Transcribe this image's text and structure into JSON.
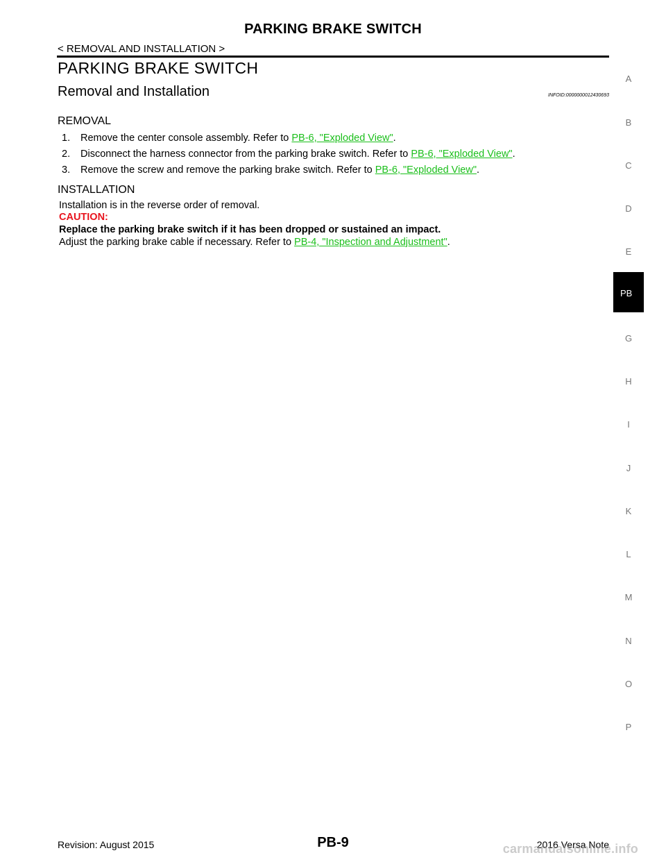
{
  "header": {
    "title": "PARKING BRAKE SWITCH",
    "breadcrumb": "< REMOVAL AND INSTALLATION >"
  },
  "section": {
    "title": "PARKING BRAKE SWITCH",
    "subtitle": "Removal and Installation",
    "infoid": "INFOID:0000000012430693"
  },
  "removal": {
    "heading": "REMOVAL",
    "steps": [
      {
        "num": "1.",
        "text": "Remove the center console assembly. Refer to ",
        "link": "PB-6, \"Exploded View\"",
        "end": "."
      },
      {
        "num": "2.",
        "text": "Disconnect the harness connector from the parking brake switch. Refer to ",
        "link": "PB-6, \"Exploded View\"",
        "end": "."
      },
      {
        "num": "3.",
        "text": "Remove the screw and remove the parking brake switch. Refer to ",
        "link": "PB-6, \"Exploded View\"",
        "end": "."
      }
    ]
  },
  "installation": {
    "heading": "INSTALLATION",
    "line1": "Installation is in the reverse order of removal.",
    "caution_label": "CAUTION:",
    "caution_text": "Replace the parking brake switch if it has been dropped or sustained an impact.",
    "adjust_text": "Adjust the parking brake cable if necessary. Refer to ",
    "adjust_link": "PB-4, \"Inspection and Adjustment\"",
    "adjust_end": "."
  },
  "side_index": {
    "letters": [
      "A",
      "B",
      "C",
      "D",
      "E",
      "G",
      "H",
      "I",
      "J",
      "K",
      "L",
      "M",
      "N",
      "O",
      "P"
    ],
    "active": "PB"
  },
  "footer": {
    "revision": "Revision: August 2015",
    "page": "PB-9",
    "model": "2016 Versa Note",
    "watermark": "carmanualsonline.info"
  },
  "colors": {
    "link": "#1bbf1b",
    "caution": "#e8141e"
  }
}
